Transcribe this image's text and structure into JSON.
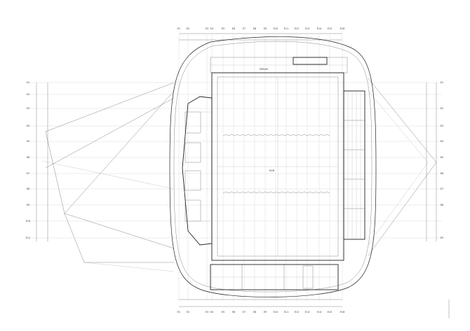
{
  "drawing": {
    "title": "",
    "grid_top": [
      "E1",
      "E2",
      "E3",
      "E4",
      "E5",
      "E6",
      "E7",
      "E8",
      "E9",
      "E10",
      "E11",
      "E12",
      "E13",
      "E14",
      "E15",
      "E16"
    ],
    "grid_bottom": [
      "E1",
      "E2",
      "E3",
      "E4",
      "E5",
      "E6",
      "E7",
      "E8",
      "E9",
      "E10",
      "E11",
      "E12",
      "E13",
      "E14",
      "E15",
      "E16"
    ],
    "grid_left": [
      "E1",
      "E2",
      "E3",
      "E4",
      "E5",
      "E6",
      "E7",
      "E8",
      "E9",
      "E10",
      "E11"
    ],
    "grid_right": [
      "E1",
      "E2",
      "E3",
      "E4",
      "E5",
      "E6",
      "E7",
      "E8",
      "E9"
    ],
    "center_label": "EGR",
    "top_strip_label": "SERVIS"
  }
}
